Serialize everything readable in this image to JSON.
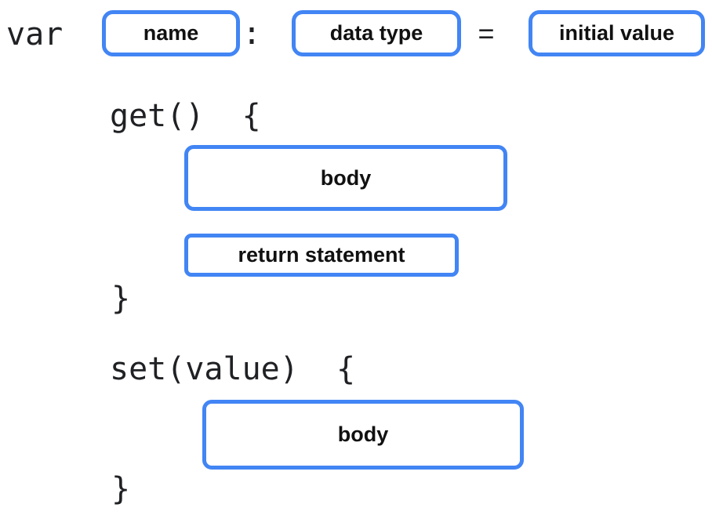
{
  "colors": {
    "accent": "#4285F4",
    "text": "#202124"
  },
  "declaration": {
    "keyword": "var",
    "name_label": "name",
    "colon": ":",
    "type_label": "data type",
    "equals": "=",
    "initial_label": "initial value"
  },
  "getter": {
    "signature": "get()  {",
    "body_label": "body",
    "return_label": "return statement",
    "closing_brace": "}"
  },
  "setter": {
    "signature": "set(value)  {",
    "body_label": "body",
    "closing_brace": "}"
  }
}
